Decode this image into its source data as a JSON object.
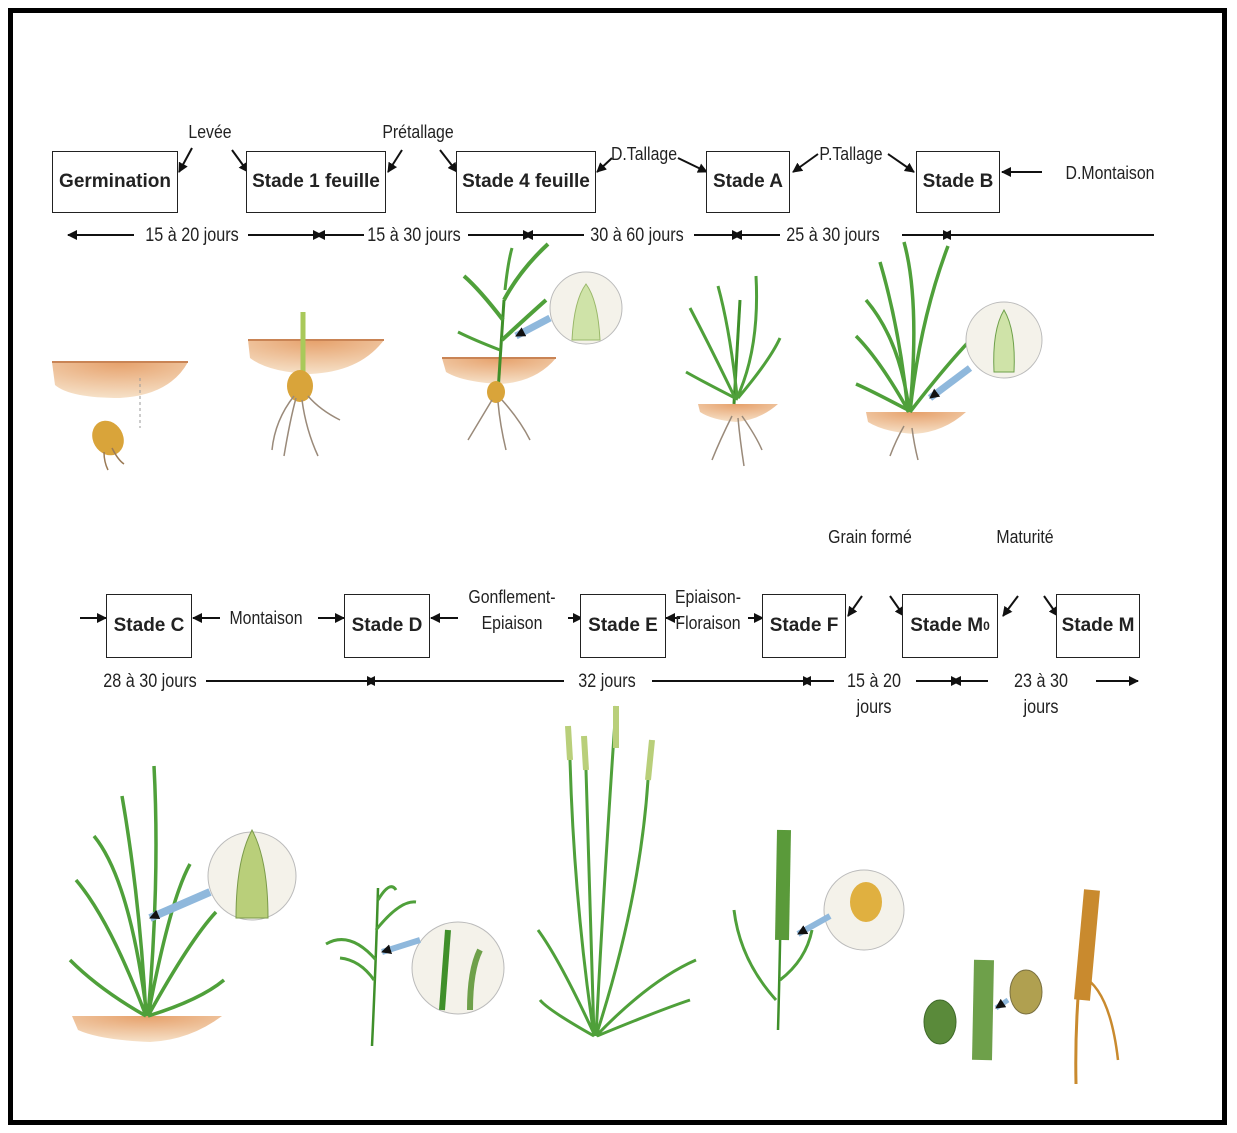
{
  "stages_top": [
    {
      "id": "germination",
      "label": "Germination"
    },
    {
      "id": "stade-1-feuille",
      "label": "Stade 1 feuille"
    },
    {
      "id": "stade-4-feuille",
      "label": "Stade 4 feuille"
    },
    {
      "id": "stade-a",
      "label": "Stade A"
    },
    {
      "id": "stade-b",
      "label": "Stade B"
    }
  ],
  "transitions_top": {
    "levee": "Levée",
    "pretallage": "Prétallage",
    "d_tallage": "D.Tallage",
    "p_tallage": "P.Tallage",
    "d_montaison": "D.Montaison"
  },
  "durations_top": [
    "15 à 20 jours",
    "15 à 30 jours",
    "30 à 60 jours",
    "25 à 30 jours"
  ],
  "stages_bottom": [
    {
      "id": "stade-c",
      "label": "Stade C"
    },
    {
      "id": "stade-d",
      "label": "Stade D"
    },
    {
      "id": "stade-e",
      "label": "Stade E"
    },
    {
      "id": "stade-f",
      "label": "Stade F"
    },
    {
      "id": "stade-m0",
      "label": "Stade M",
      "sub": "0"
    },
    {
      "id": "stade-m",
      "label": "Stade M"
    }
  ],
  "transitions_bottom": {
    "montaison": "Montaison",
    "gonflement_1": "Gonflement-",
    "gonflement_2": "Epiaison",
    "epiaison_1": "Epiaison-",
    "epiaison_2": "Floraison",
    "grain_forme": "Grain formé",
    "maturite": "Maturité"
  },
  "durations_bottom": {
    "d1": "28 à 30 jours",
    "d2": "32 jours",
    "d3_1": "15 à 20",
    "d3_2": "jours",
    "d4_1": "23 à 30",
    "d4_2": "jours"
  },
  "colors": {
    "stem": "#3f8f2a",
    "leaf": "#4fa03a",
    "soil": "#d89a66",
    "seed": "#d9a43a",
    "ripe": "#c98a2e",
    "pointer": "#8fb8dc"
  }
}
